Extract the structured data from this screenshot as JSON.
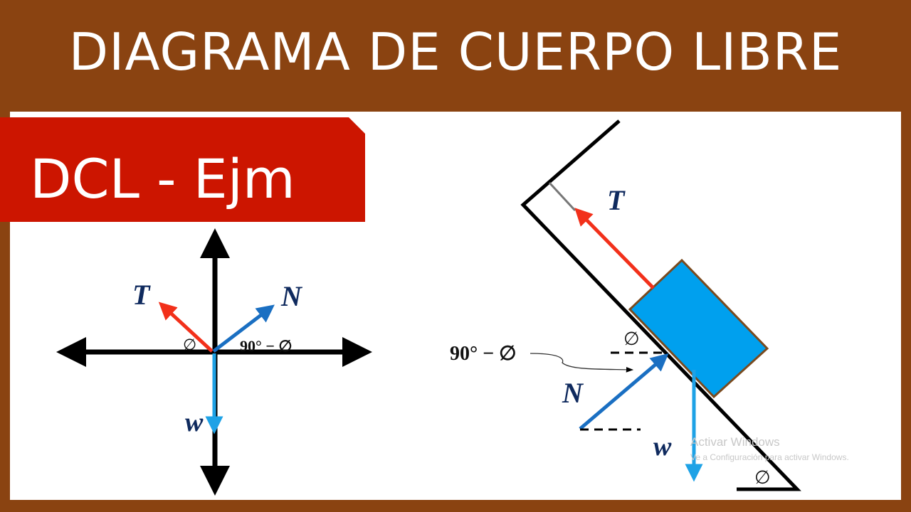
{
  "header": {
    "title": "DIAGRAMA DE CUERPO LIBRE"
  },
  "banner": {
    "label": "DCL - Ejm"
  },
  "left_diagram": {
    "labels": {
      "tension": "T",
      "normal": "N",
      "weight": "w",
      "angle_phi": "∅",
      "angle_complement": "90° − ∅"
    }
  },
  "right_diagram": {
    "labels": {
      "tension": "T",
      "normal": "N",
      "weight": "w",
      "angle_phi_top": "∅",
      "angle_phi_bottom": "∅",
      "angle_complement": "90° − ∅"
    }
  },
  "watermark": {
    "line1": "Activar Windows",
    "line2": "Ve a Configuración para activar Windows."
  },
  "colors": {
    "frame": "#8a4311",
    "banner": "#cc1500",
    "tension": "#f2301a",
    "normal": "#1a6fc2",
    "weight": "#1ea2e6",
    "block": "#00a0ee",
    "block_border": "#7a4a1e"
  }
}
